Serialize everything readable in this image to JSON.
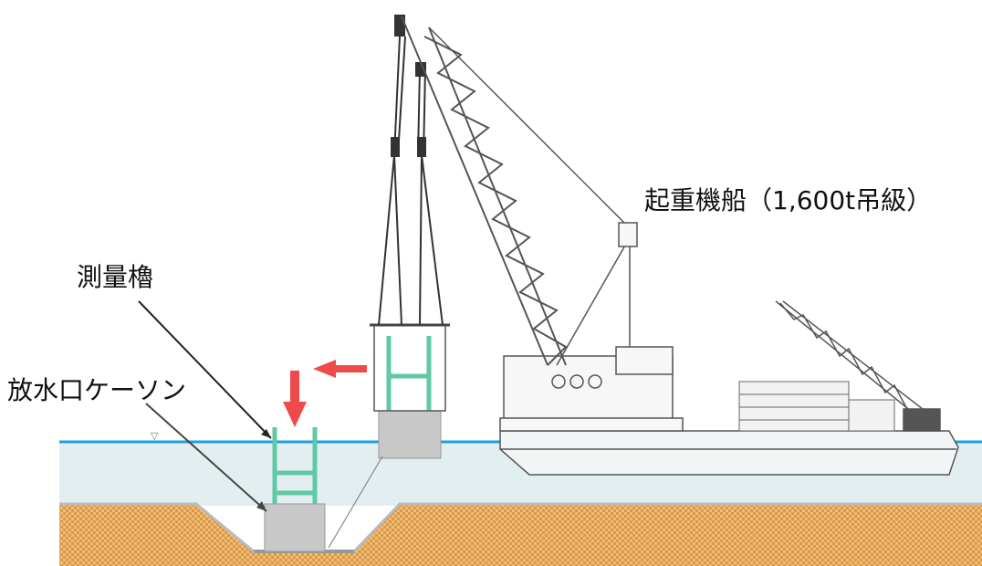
{
  "labels": {
    "crane_ship": "起重機船（1,600t吊級）",
    "survey_tower": "測量櫓",
    "caisson": "放水口ケーソン"
  },
  "colors": {
    "water": "#e3eef1",
    "water_line": "#1aa0dd",
    "seabed": "#f0b56a",
    "seabed_dots": "#c98a3a",
    "tower_green": "#5fc9a3",
    "arrow_red": "#ee4a4a",
    "caisson_gray": "#c8c8c8",
    "structure_line": "#444444"
  },
  "icons": {
    "arrow_left": "red-arrow-left-icon",
    "arrow_down": "red-arrow-down-icon"
  }
}
